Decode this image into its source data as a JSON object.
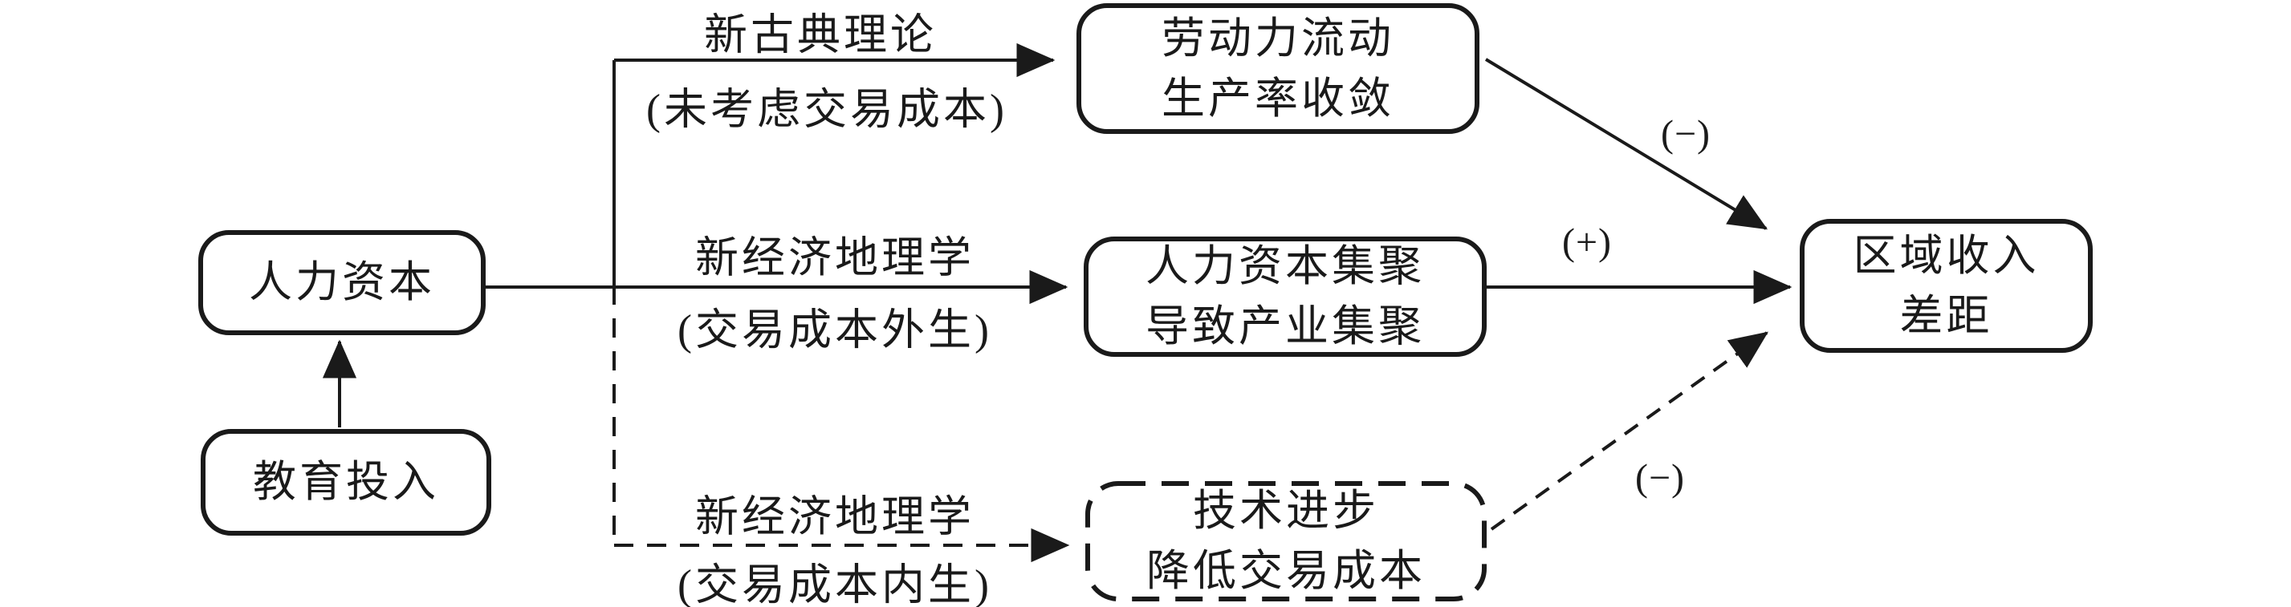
{
  "figure": {
    "background_color": "#ffffff",
    "ink_color": "#1a1a1a",
    "type": "flow-diagram"
  },
  "nodes": {
    "human_capital": {
      "label": "人力资本"
    },
    "education_input": {
      "label": "教育投入"
    },
    "labor_mobility": {
      "label": "劳动力流动\n生产率收敛"
    },
    "hc_agglomeration": {
      "label": "人力资本集聚\n导致产业集聚"
    },
    "tech_progress": {
      "label": "技术进步\n降低交易成本"
    },
    "regional_income_gap": {
      "label": "区域收入\n差距"
    }
  },
  "edges": [
    {
      "from": "教育投入",
      "to": "人力资本",
      "style": "solid",
      "label": "",
      "sublabel": "",
      "sign": ""
    },
    {
      "from": "人力资本",
      "to": "劳动力流动 生产率收敛",
      "style": "solid",
      "label": "新古典理论",
      "sublabel": "(未考虑交易成本)",
      "sign": ""
    },
    {
      "from": "人力资本",
      "to": "人力资本集聚 导致产业集聚",
      "style": "solid",
      "label": "新经济地理学",
      "sublabel": "(交易成本外生)",
      "sign": ""
    },
    {
      "from": "人力资本",
      "to": "技术进步 降低交易成本",
      "style": "dashed",
      "label": "新经济地理学",
      "sublabel": "(交易成本内生)",
      "sign": ""
    },
    {
      "from": "劳动力流动 生产率收敛",
      "to": "区域收入差距",
      "style": "solid",
      "label": "",
      "sublabel": "",
      "sign": "(−)"
    },
    {
      "from": "人力资本集聚 导致产业集聚",
      "to": "区域收入差距",
      "style": "solid",
      "label": "",
      "sublabel": "",
      "sign": "(+)"
    },
    {
      "from": "技术进步 降低交易成本",
      "to": "区域收入差距",
      "style": "dashed",
      "label": "",
      "sublabel": "",
      "sign": "(−)"
    }
  ]
}
